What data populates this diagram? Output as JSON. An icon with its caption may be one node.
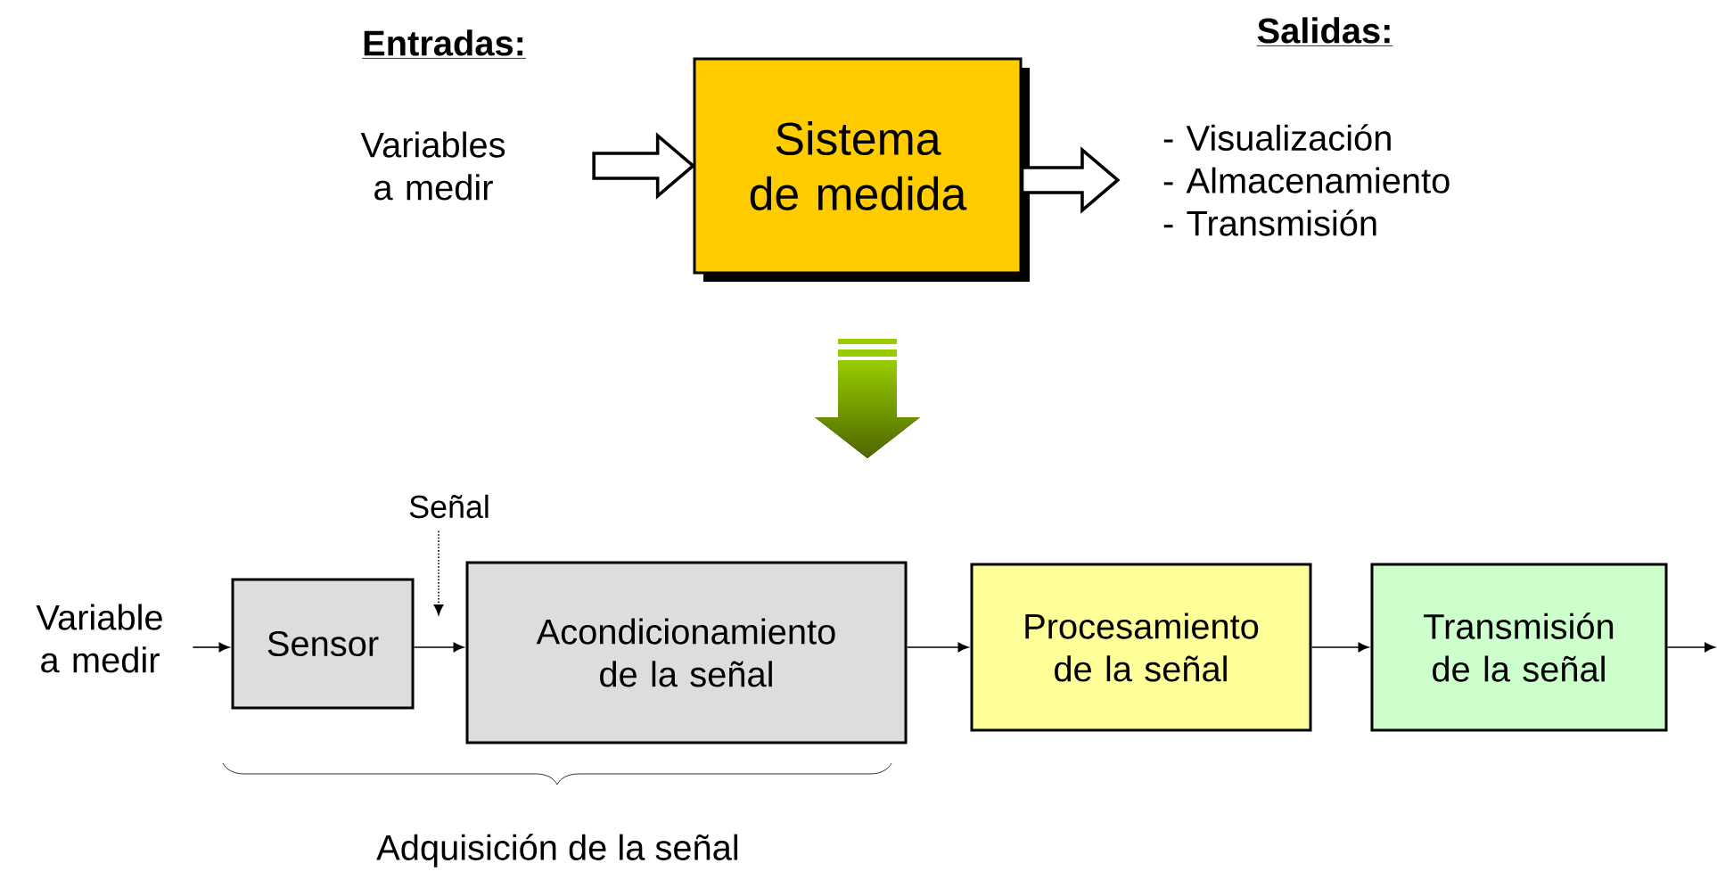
{
  "diagram": {
    "nodes": [
      {
        "text": [
          "Variables a medir"
        ]
      },
      {
        "text": [
          "Sistema de medida"
        ]
      },
      {
        "text": [
          "- Visualización",
          "- Almacenamiento",
          "- Transmisión"
        ]
      },
      {
        "text": [
          "Variable a medir"
        ]
      },
      {
        "text": [
          "Sensor"
        ]
      },
      {
        "text": [
          "Acondicionamiento de la señal"
        ]
      },
      {
        "text": [
          "Procesamiento de la señal"
        ]
      },
      {
        "text": [
          "Transmisión de la señal"
        ]
      },
      {
        "text": [
          "Señal"
        ]
      }
    ],
    "edges": [
      {
        "from": 0,
        "to": 1,
        "arrow": "to",
        "style": "thick"
      },
      {
        "from": 1,
        "to": 2,
        "arrow": "to",
        "style": "thick"
      },
      {
        "from": 3,
        "to": 4,
        "arrow": "to"
      },
      {
        "from": 4,
        "to": 5,
        "arrow": "to"
      },
      {
        "from": 5,
        "to": 6,
        "arrow": "to"
      },
      {
        "from": 6,
        "to": 7,
        "arrow": "to"
      },
      {
        "from": 7,
        "to": null,
        "arrow": "to"
      },
      {
        "from": 8,
        "to": null,
        "arrow": "to",
        "style": "dashed"
      }
    ],
    "labels": [
      "Entradas:",
      "Salidas:",
      "Adquisición de la señal"
    ]
  }
}
